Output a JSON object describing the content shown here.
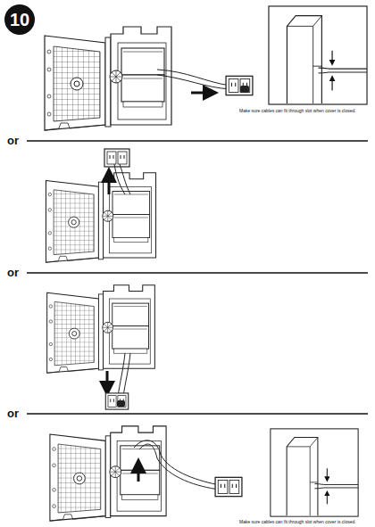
{
  "diagram": {
    "nodes": [
      {
        "text": [
          "10"
        ]
      }
    ],
    "labels": [
      "Make sure cables can fit through slot when cover is closed.",
      "or",
      "or",
      "or",
      "Make sure cables can fit through slot when cover is closed."
    ]
  }
}
